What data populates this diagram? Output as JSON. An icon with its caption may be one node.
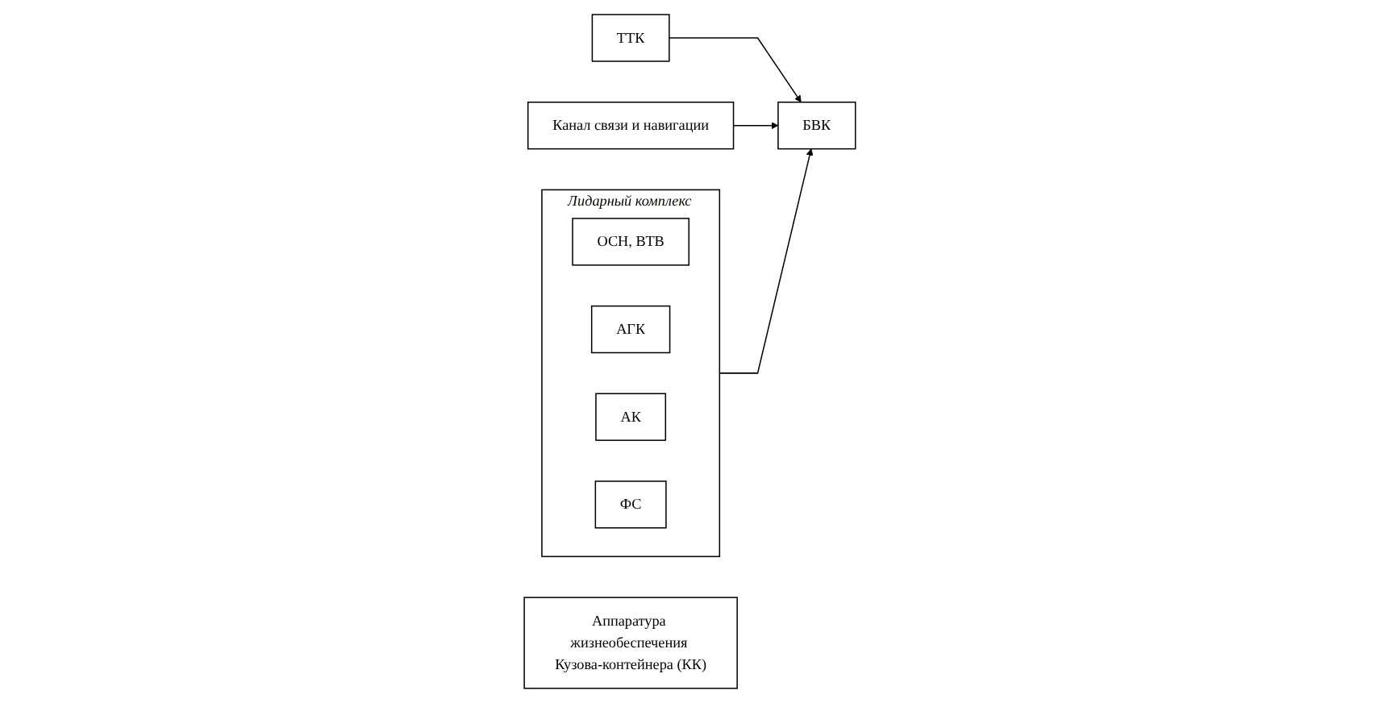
{
  "diagram": {
    "nodes": [
      {
        "text": [
          "Лидарный комплекс"
        ]
      },
      {
        "text": [
          "ОСН, ВТВ"
        ],
        "in": 0
      },
      {
        "text": [
          "АГК"
        ],
        "in": 0
      },
      {
        "text": [
          "АК"
        ],
        "in": 0
      },
      {
        "text": [
          "ФС"
        ],
        "in": 0
      },
      {
        "text": [
          "ТТК"
        ]
      },
      {
        "text": [
          "Канал связи и навигации"
        ]
      },
      {
        "text": [
          "БВК"
        ]
      },
      {
        "text": [
          "Аппаратура жизнеобеспечения Кузова-контейнера (КК)"
        ]
      }
    ],
    "edges": [
      {
        "from": 0,
        "to": 7,
        "arrow": "to"
      },
      {
        "from": 5,
        "to": 7,
        "arrow": "to"
      },
      {
        "from": 6,
        "to": 7,
        "arrow": "to"
      }
    ]
  }
}
